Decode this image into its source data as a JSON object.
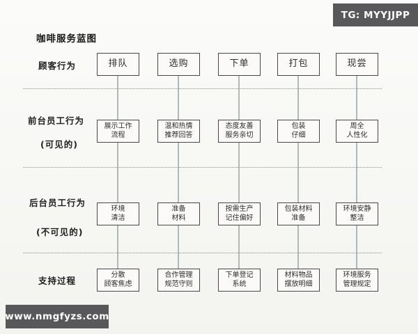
{
  "badges": {
    "tg": "TG: MYYJJPP",
    "website": "www.nmgfyzs.com"
  },
  "diagram": {
    "title": "咖啡服务蓝图",
    "rows": [
      {
        "label": "顾客行为",
        "sublabel": "",
        "boxes": [
          {
            "line1": "排队"
          },
          {
            "line1": "选购"
          },
          {
            "line1": "下单"
          },
          {
            "line1": "打包"
          },
          {
            "line1": "现尝"
          }
        ]
      },
      {
        "label": "前台员工行为",
        "sublabel": "(可见的)",
        "boxes": [
          {
            "line1": "展示工作",
            "line2": "流程"
          },
          {
            "line1": "温和热情",
            "line2": "推荐回答"
          },
          {
            "line1": "态度友善",
            "line2": "服务亲切"
          },
          {
            "line1": "包装",
            "line2": "仔细"
          },
          {
            "line1": "周全",
            "line2": "人性化"
          }
        ]
      },
      {
        "label": "后台员工行为",
        "sublabel": "(不可见的)",
        "boxes": [
          {
            "line1": "环境",
            "line2": "清洁"
          },
          {
            "line1": "准备",
            "line2": "材料"
          },
          {
            "line1": "按需生产",
            "line2": "记住偏好"
          },
          {
            "line1": "包装材料",
            "line2": "准备"
          },
          {
            "line1": "环境安静",
            "line2": "整洁"
          }
        ]
      },
      {
        "label": "支持过程",
        "sublabel": "",
        "boxes": [
          {
            "line1": "分散",
            "line2": "顾客焦虑"
          },
          {
            "line1": "合作管理",
            "line2": "规范守则"
          },
          {
            "line1": "下单登记",
            "line2": "系统"
          },
          {
            "line1": "材料物品",
            "line2": "摆放明细"
          },
          {
            "line1": "环境服务",
            "line2": "管理规定"
          }
        ]
      }
    ]
  },
  "colors": {
    "badge_bg": "#58585a",
    "box_border": "#474747",
    "connector_line": "#adb9bd",
    "divider_line": "#8a8a8a",
    "background": "#f8f8f5"
  }
}
